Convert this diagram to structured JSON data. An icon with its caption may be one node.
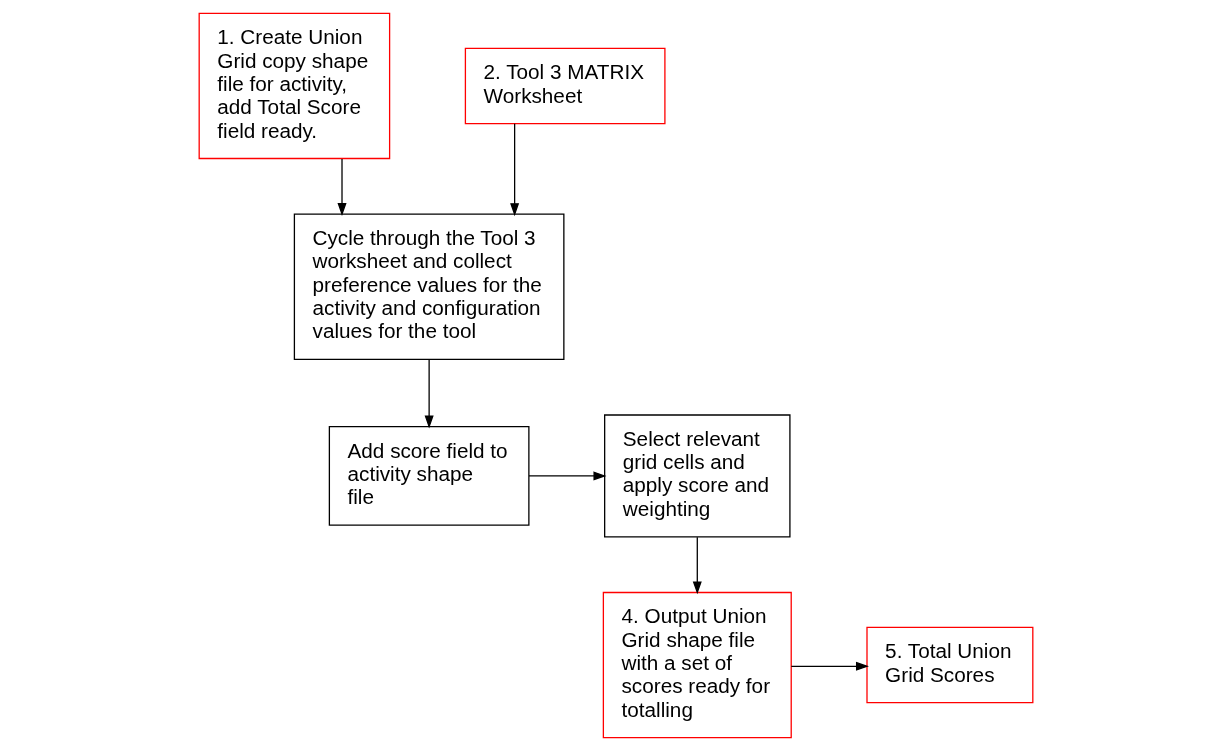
{
  "diagram": {
    "nodes": [
      {
        "text": [
          "1. Create Union Grid copy shape file for activity, add Total Score field ready."
        ]
      },
      {
        "text": [
          "Cycle through the Tool 3 worksheet and collect preference values for the activity and configuration values for the tool"
        ]
      },
      {
        "text": [
          "Add score field to activity shape file"
        ]
      },
      {
        "text": [
          "2. Tool 3 MATRIX Worksheet"
        ]
      },
      {
        "text": [
          "Select relevant grid cells and apply score and weighting"
        ]
      },
      {
        "text": [
          "4. Output Union Grid shape file with a set of scores ready for totalling"
        ]
      },
      {
        "text": [
          "5. Total Union Grid Scores"
        ]
      }
    ],
    "edges": [
      {
        "from": 0,
        "to": 1,
        "arrow": "to"
      },
      {
        "from": 1,
        "to": 2,
        "arrow": "to"
      },
      {
        "from": 3,
        "to": 1,
        "arrow": "to"
      },
      {
        "from": 2,
        "to": 4,
        "arrow": "to"
      },
      {
        "from": 4,
        "to": 5,
        "arrow": "to"
      },
      {
        "from": 5,
        "to": 6,
        "arrow": "to"
      }
    ]
  }
}
